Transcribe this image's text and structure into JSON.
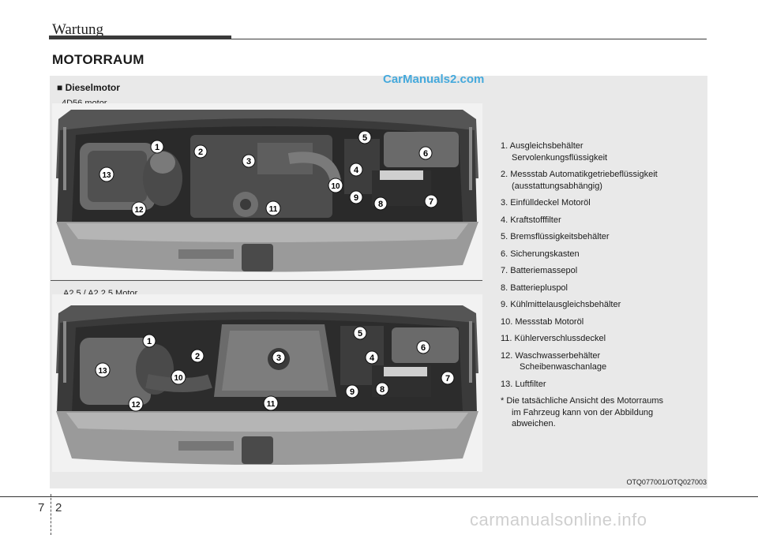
{
  "header": {
    "section": "Wartung"
  },
  "page": {
    "title": "MOTORRAUM",
    "number_left": "7",
    "number_right": "2"
  },
  "panel": {
    "heading": "■ Dieselmotor",
    "image_code": "OTQ077001/OTQ027003",
    "photo1": {
      "caption": "4D56 motor",
      "callouts": [
        "1",
        "2",
        "3",
        "4",
        "5",
        "6",
        "7",
        "8",
        "9",
        "10",
        "11",
        "12",
        "13"
      ]
    },
    "photo2": {
      "caption": "A2,5 / A2 2,5 Motor",
      "callouts": [
        "1",
        "2",
        "3",
        "4",
        "5",
        "6",
        "7",
        "8",
        "9",
        "10",
        "11",
        "12",
        "13"
      ]
    }
  },
  "legend": {
    "items": [
      {
        "line1": "1. Ausgleichsbehälter",
        "line2": "Servolenkungsflüssigkeit"
      },
      {
        "line1": "2. Messstab Automatikgetriebeflüssigkeit",
        "line2": "(ausstattungsabhängig)"
      },
      {
        "line1": "3. Einfülldeckel Motoröl",
        "line2": ""
      },
      {
        "line1": "4. Kraftstofffilter",
        "line2": ""
      },
      {
        "line1": "5. Bremsflüssigkeitsbehälter",
        "line2": ""
      },
      {
        "line1": "6. Sicherungskasten",
        "line2": ""
      },
      {
        "line1": "7. Batteriemassepol",
        "line2": ""
      },
      {
        "line1": "8. Batteriepluspol",
        "line2": ""
      },
      {
        "line1": "9. Kühlmittelausgleichsbehälter",
        "line2": ""
      },
      {
        "line1": "10. Messstab Motoröl",
        "line2": ""
      },
      {
        "line1": "11. Kühlerverschlussdeckel",
        "line2": ""
      },
      {
        "line1": "12. Waschwasserbehälter",
        "line2": "Scheibenwaschanlage"
      },
      {
        "line1": "13. Luftfilter",
        "line2": ""
      }
    ],
    "note": {
      "line1": "* Die tatsächliche Ansicht des Motorraums",
      "line2": "im Fahrzeug kann von der Abbildung",
      "line3": "abweichen."
    }
  },
  "watermarks": {
    "top": "CarManuals2.com",
    "bottom": "carmanualsonline.info"
  }
}
